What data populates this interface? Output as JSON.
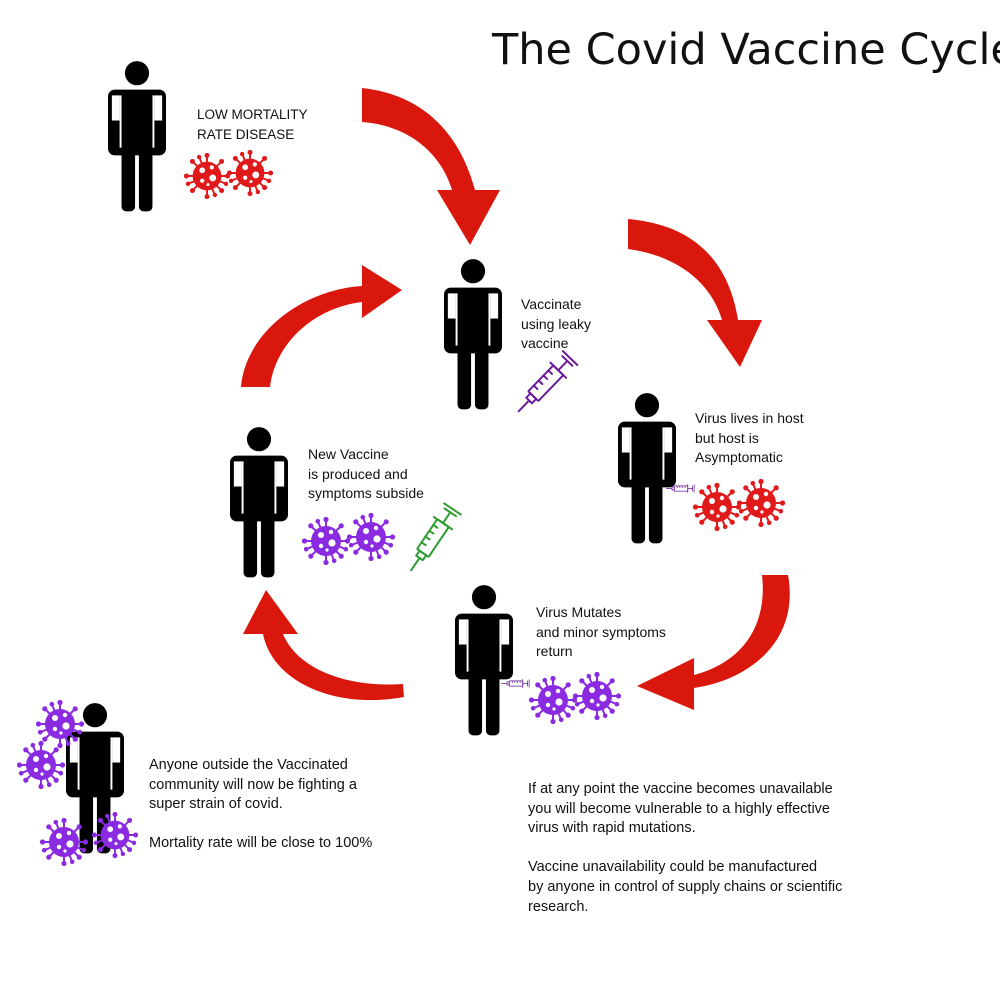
{
  "title": "The Covid Vaccine Cycle",
  "colors": {
    "arrow": "#d9170d",
    "person": "#000000",
    "virus_original": "#e0191b",
    "virus_mutated": "#8a2be2",
    "syringe_purple": "#6a1b9a",
    "syringe_green": "#2e9b30"
  },
  "icons": [
    "person-icon",
    "virus-icon",
    "syringe-icon",
    "cycle-arrow"
  ],
  "stages": {
    "low_mortality": "LOW MORTALITY\nRATE DISEASE",
    "vaccinate": "Vaccinate\nusing leaky\nvaccine",
    "asymptomatic": "Virus lives in host\nbut host is\nAsymptomatic",
    "mutates": "Virus Mutates\nand minor symptoms\nreturn",
    "new_vaccine": "New Vaccine\nis produced and\nsymptoms subside"
  },
  "notes": {
    "outside": "Anyone outside the Vaccinated\ncommunity will now be fighting a\nsuper strain of covid.\n\nMortality rate will be close to 100%",
    "unavailable": "If at any point the vaccine becomes unavailable\nyou will become vulnerable to a highly effective\nvirus with rapid mutations.\n\nVaccine unavailability could be manufactured\nby anyone in control of supply chains or scientific\nresearch."
  }
}
